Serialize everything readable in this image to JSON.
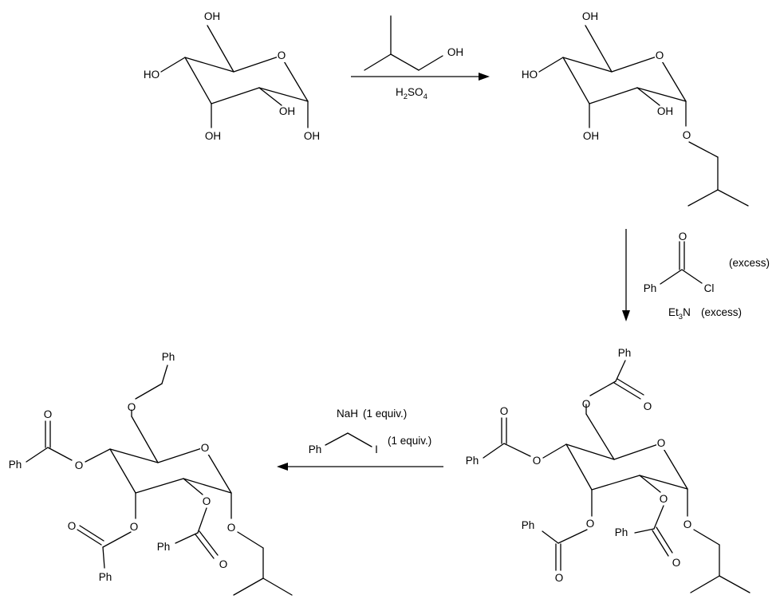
{
  "labels": {
    "oh": "OH",
    "ho": "HO",
    "o": "O",
    "ph": "Ph",
    "cl": "Cl",
    "i": "I",
    "h": "H",
    "s": "S",
    "n": "N",
    "et": "Et",
    "two": "2",
    "three": "3",
    "four": "4"
  },
  "reagents": {
    "step1": {
      "formula_h": "H",
      "formula_sub2": "2",
      "formula_so": "SO",
      "formula_sub4": "4"
    },
    "step2": {
      "excess": "(excess)",
      "et3n_excess": "(excess)"
    },
    "step3": {
      "nah": "NaH",
      "nah_equiv": "(1 equiv.)",
      "bni_equiv": "(1 equiv.)"
    }
  }
}
